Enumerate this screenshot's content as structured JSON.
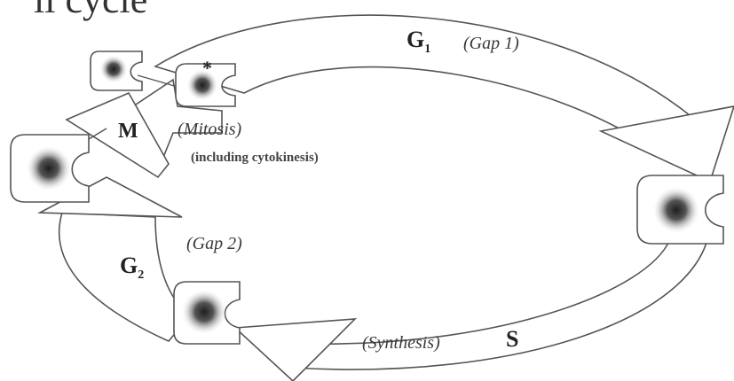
{
  "title": "ll cycle",
  "phases": {
    "g1": {
      "letter": "G",
      "sub": "1",
      "name": "(Gap 1)"
    },
    "m": {
      "letter": "M",
      "name": "(Mitosis)",
      "note": "(including cytokinesis)"
    },
    "g2": {
      "letter": "G",
      "sub": "2",
      "name": "(Gap 2)"
    },
    "s": {
      "letter": "S",
      "name": "(Synthesis)"
    }
  },
  "star": "*",
  "colors": {
    "ink": "#555555",
    "nucleus_core": "#2b2b2b",
    "background": "#ffffff"
  },
  "cells": [
    "cell-daughter-small",
    "cell-daughter-marked",
    "cell-mitosis",
    "cell-g1-right",
    "cell-g2-bottom"
  ]
}
